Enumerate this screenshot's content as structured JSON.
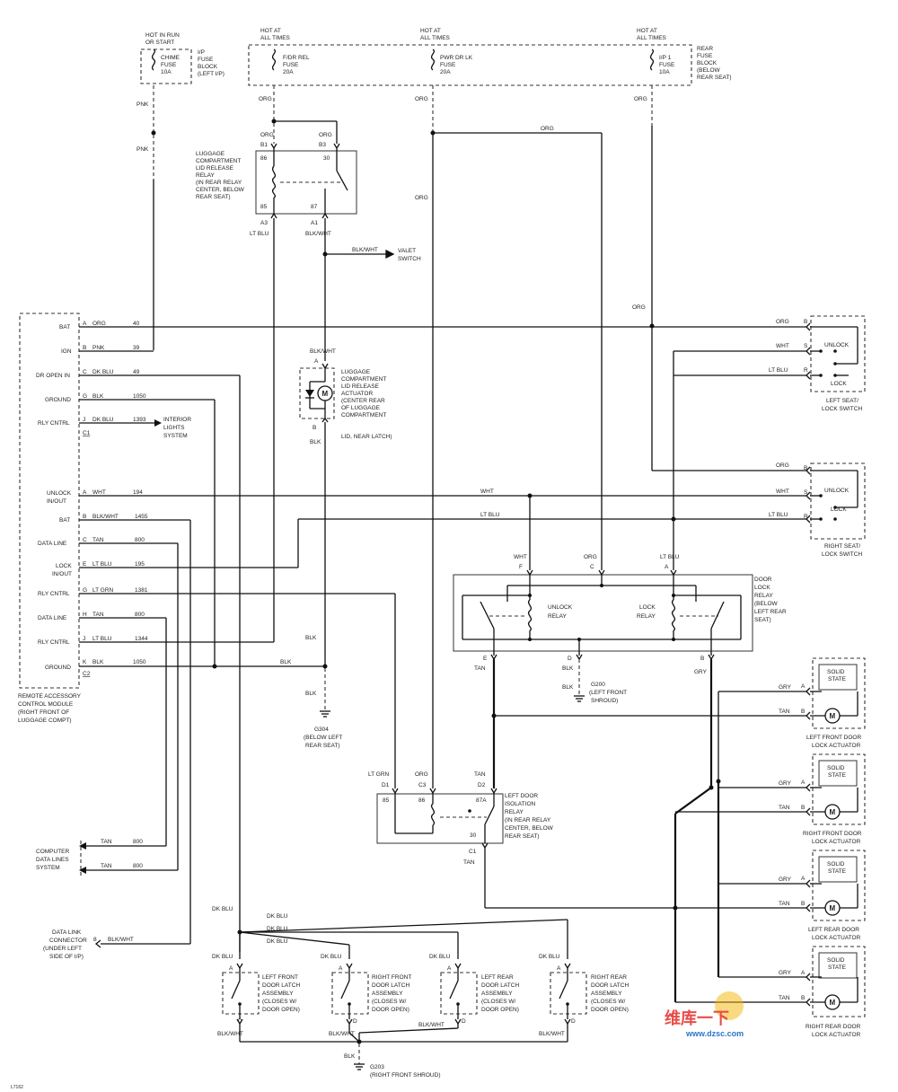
{
  "fuses": [
    {
      "hot": "HOT IN RUN",
      "hot2": "OR START",
      "name": "CHIME",
      "type": "FUSE",
      "amp": "10A",
      "block": [
        "I/P",
        "FUSE",
        "BLOCK",
        "(LEFT I/P)"
      ]
    },
    {
      "hot": "HOT AT",
      "hot2": "ALL TIMES",
      "name": "F/DR REL",
      "type": "FUSE",
      "amp": "20A"
    },
    {
      "hot": "HOT AT",
      "hot2": "ALL TIMES",
      "name": "PWR DR LK",
      "type": "FUSE",
      "amp": "20A"
    },
    {
      "hot": "HOT AT",
      "hot2": "ALL TIMES",
      "name": "I/P 1",
      "type": "FUSE",
      "amp": "10A",
      "block": [
        "REAR",
        "FUSE",
        "BLOCK",
        "(BELOW",
        "REAR SEAT)"
      ]
    }
  ],
  "wires": {
    "org": "ORG",
    "pnk": "PNK",
    "ltblu": "LT BLU",
    "blkwht": "BLK/WHT",
    "blk": "BLK",
    "wht": "WHT",
    "tan": "TAN",
    "gry": "GRY",
    "dkblu": "DK BLU",
    "ltgrn": "LT GRN"
  },
  "lug_relay": {
    "label": [
      "LUGGAGE",
      "COMPARTMENT",
      "LID RELEASE",
      "RELAY",
      "(IN REAR RELAY",
      "CENTER, BELOW",
      "REAR SEAT)"
    ],
    "pins": {
      "b1": "B1",
      "b3": "B3",
      "a3": "A3",
      "a1": "A1",
      "p86": "86",
      "p30": "30",
      "p85": "85",
      "p87": "87"
    }
  },
  "valet": [
    "VALET",
    "SWITCH"
  ],
  "actuator": {
    "label": [
      "LUGGAGE",
      "COMPARTMENT",
      "LID RELEASE",
      "ACTUATOR",
      "(CENTER REAR",
      "OF LUGGAGE",
      "COMPARTMENT",
      "LID, NEAR LATCH)"
    ],
    "a": "A",
    "b": "B",
    "motor": "M"
  },
  "module": {
    "label": [
      "REMOTE ACCESSORY",
      "CONTROL MODULE",
      "(RIGHT FRONT OF",
      "LUGGAGE COMPT)"
    ],
    "c1": "C1",
    "c2": "C2",
    "rows": [
      {
        "name": "BAT",
        "pin": "A",
        "color": "ORG",
        "circuit": "40"
      },
      {
        "name": "IGN",
        "pin": "B",
        "color": "PNK",
        "circuit": "39"
      },
      {
        "name": "DR OPEN IN",
        "pin": "C",
        "color": "DK BLU",
        "circuit": "49"
      },
      {
        "name": "GROUND",
        "pin": "G",
        "color": "BLK",
        "circuit": "1050"
      },
      {
        "name": "RLY CNTRL",
        "pin": "J",
        "color": "DK BLU",
        "circuit": "1393"
      },
      {
        "name": "UNLOCK",
        "name2": "IN/OUT",
        "pin": "A",
        "color": "WHT",
        "circuit": "194"
      },
      {
        "name": "BAT",
        "pin": "B",
        "color": "BLK/WHT",
        "circuit": "1455"
      },
      {
        "name": "DATA LINE",
        "pin": "C",
        "color": "TAN",
        "circuit": "800"
      },
      {
        "name": "LOCK",
        "name2": "IN/OUT",
        "pin": "E",
        "color": "LT BLU",
        "circuit": "195"
      },
      {
        "name": "RLY CNTRL",
        "pin": "G",
        "color": "LT GRN",
        "circuit": "1381"
      },
      {
        "name": "DATA LINE",
        "pin": "H",
        "color": "TAN",
        "circuit": "800"
      },
      {
        "name": "RLY CNTRL",
        "pin": "J",
        "color": "LT BLU",
        "circuit": "1344"
      },
      {
        "name": "GROUND",
        "pin": "K",
        "color": "BLK",
        "circuit": "1050"
      }
    ]
  },
  "interior": [
    "INTERIOR",
    "LIGHTS",
    "SYSTEM"
  ],
  "g304": [
    "G304",
    "(BELOW LEFT",
    "REAR SEAT)"
  ],
  "computer": {
    "label": [
      "COMPUTER",
      "DATA LINES",
      "SYSTEM"
    ],
    "circuit": "800"
  },
  "dlc": {
    "label": [
      "DATA LINK",
      "CONNECTOR",
      "(UNDER LEFT",
      "SIDE OF I/P)"
    ],
    "pin": "8"
  },
  "seat_switches": [
    {
      "label": [
        "LEFT SEAT/",
        "LOCK SWITCH"
      ],
      "unlock": "UNLOCK",
      "lock": "LOCK",
      "pins": [
        "B",
        "S",
        "R"
      ]
    },
    {
      "label": [
        "RIGHT SEAT/",
        "LOCK SWITCH"
      ],
      "unlock": "UNLOCK",
      "lock": "LOCK",
      "pins": [
        "B",
        "S",
        "R"
      ]
    }
  ],
  "door_lock_relay": {
    "label": [
      "DOOR",
      "LOCK",
      "RELAY",
      "(BELOW",
      "LEFT REAR",
      "SEAT)"
    ],
    "unlock": [
      "UNLOCK",
      "RELAY"
    ],
    "lock": [
      "LOCK",
      "RELAY"
    ],
    "pins": {
      "f": "F",
      "c": "C",
      "a": "A",
      "e": "E",
      "d": "D",
      "b": "B"
    }
  },
  "g200": [
    "G200",
    "(LEFT FRONT",
    "SHROUD)"
  ],
  "isolation": {
    "label": [
      "LEFT DOOR",
      "ISOLATION",
      "RELAY",
      "(IN REAR RELAY",
      "CENTER, BELOW",
      "REAR SEAT)"
    ],
    "pins": {
      "d1": "D1",
      "c3": "C3",
      "d2": "D2",
      "c1": "C1",
      "p85": "85",
      "p86": "86",
      "p87a": "87A",
      "p30": "30"
    }
  },
  "actuators": [
    {
      "label": [
        "LEFT FRONT DOOR",
        "LOCK ACTUATOR"
      ],
      "state": [
        "SOLID",
        "STATE"
      ],
      "a": "A",
      "b": "B",
      "motor": "M"
    },
    {
      "label": [
        "RIGHT FRONT DOOR",
        "LOCK ACTUATOR"
      ],
      "state": [
        "SOLID",
        "STATE"
      ],
      "a": "A",
      "b": "B",
      "motor": "M"
    },
    {
      "label": [
        "LEFT REAR DOOR",
        "LOCK ACTUATOR"
      ],
      "state": [
        "SOLID",
        "STATE"
      ],
      "a": "A",
      "b": "B",
      "motor": "M"
    },
    {
      "label": [
        "RIGHT REAR DOOR",
        "LOCK ACTUATOR"
      ],
      "state": [
        "SOLID",
        "STATE"
      ],
      "a": "A",
      "b": "B",
      "motor": "M"
    }
  ],
  "latches": [
    {
      "label": [
        "LEFT FRONT",
        "DOOR LATCH",
        "ASSEMBLY",
        "(CLOSES W/",
        "DOOR OPEN)"
      ],
      "a": "A",
      "d": "D"
    },
    {
      "label": [
        "RIGHT FRONT",
        "DOOR LATCH",
        "ASSEMBLY",
        "(CLOSES W/",
        "DOOR OPEN)"
      ],
      "a": "A",
      "d": "D"
    },
    {
      "label": [
        "LEFT REAR",
        "DOOR LATCH",
        "ASSEMBLY",
        "(CLOSES W/",
        "DOOR OPEN)"
      ],
      "a": "A",
      "d": "D"
    },
    {
      "label": [
        "RIGHT REAR",
        "DOOR LATCH",
        "ASSEMBLY",
        "(CLOSES W/",
        "DOOR OPEN)"
      ],
      "a": "A",
      "d": "D"
    }
  ],
  "g203": [
    "G203",
    "(RIGHT FRONT SHROUD)"
  ],
  "ref": "L7162",
  "watermark": {
    "text": "维库一下",
    "url": "www.dzsc.com"
  }
}
